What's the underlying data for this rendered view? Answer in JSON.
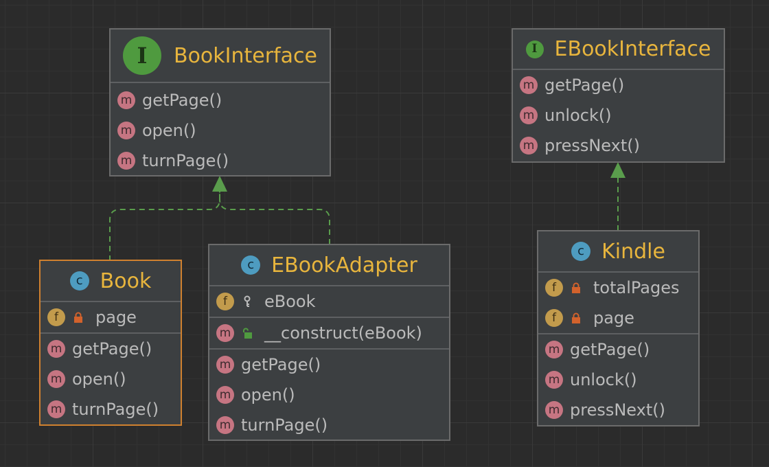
{
  "classes": {
    "book_interface": {
      "name": "BookInterface",
      "kind_icon": "interface-icon",
      "kind_letter": "I",
      "methods": [
        "getPage()",
        "open()",
        "turnPage()"
      ]
    },
    "ebook_interface": {
      "name": "EBookInterface",
      "kind_icon": "interface-icon",
      "kind_letter": "I",
      "methods": [
        "getPage()",
        "unlock()",
        "pressNext()"
      ]
    },
    "book": {
      "name": "Book",
      "kind_icon": "class-icon",
      "kind_letter": "c",
      "fields": [
        "page"
      ],
      "methods": [
        "getPage()",
        "open()",
        "turnPage()"
      ]
    },
    "ebook_adapter": {
      "name": "EBookAdapter",
      "kind_icon": "class-icon",
      "kind_letter": "c",
      "fields": [
        "eBook"
      ],
      "constructor": "__construct(eBook)",
      "methods": [
        "getPage()",
        "open()",
        "turnPage()"
      ]
    },
    "kindle": {
      "name": "Kindle",
      "kind_icon": "class-icon",
      "kind_letter": "c",
      "fields": [
        "totalPages",
        "page"
      ],
      "methods": [
        "getPage()",
        "unlock()",
        "pressNext()"
      ]
    }
  },
  "badges": {
    "method": "m",
    "field": "f"
  },
  "relations": [
    {
      "type": "implements",
      "from": "Book",
      "to": "BookInterface"
    },
    {
      "type": "implements",
      "from": "EBookAdapter",
      "to": "BookInterface"
    },
    {
      "type": "implements",
      "from": "Kindle",
      "to": "EBookInterface"
    }
  ],
  "colors": {
    "background": "#2b2b2b",
    "box": "#3c3f41",
    "title": "#e8b53d",
    "text": "#bbbbbb",
    "selected_border": "#d0812f",
    "connector": "#5a9d4c",
    "method_badge": "#c67582",
    "field_badge": "#c29b4c",
    "class_badge": "#4e9cc0",
    "interface_badge": "#4f9a3f",
    "private_lock": "#d2622c",
    "public_lock": "#4f9a3f"
  }
}
